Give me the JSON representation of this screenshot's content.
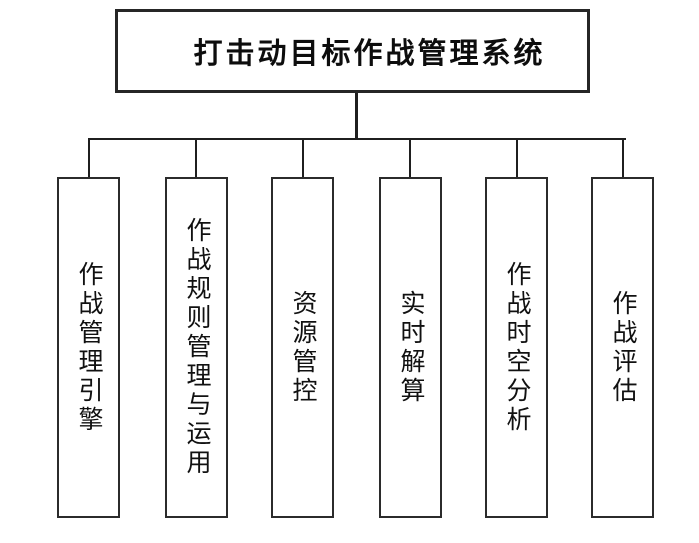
{
  "diagram": {
    "type": "hierarchy",
    "root": {
      "label": "打击动目标作战管理系统"
    },
    "children": [
      {
        "label": "作战管理引擎"
      },
      {
        "label": "作战规则管理与运用"
      },
      {
        "label": "资源管控"
      },
      {
        "label": "实时解算"
      },
      {
        "label": "作战时空分析"
      },
      {
        "label": "作战评估"
      }
    ],
    "colors": {
      "background": "#ffffff",
      "node_fill": "#ffffff",
      "node_border": "#262626",
      "connector": "#1f1f1f",
      "text": "#0d0d0d"
    }
  }
}
